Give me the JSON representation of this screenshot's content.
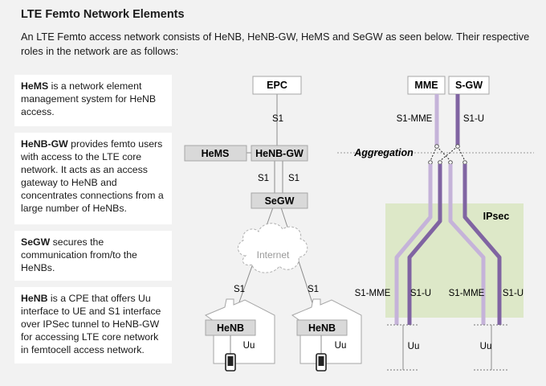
{
  "title": "LTE Femto Network Elements",
  "intro": "An LTE Femto access network consists of HeNB, HeNB-GW, HeMS and SeGW as seen below. Their respective roles in the network are as follows:",
  "cards": [
    {
      "term": "HeMS",
      "text": " is a network element management system for HeNB access."
    },
    {
      "term": "HeNB-GW",
      "text": " provides femto users with access to the LTE core network. It acts as an access gateway to HeNB and concentrates connections from a large number of HeNBs."
    },
    {
      "term": "SeGW",
      "text": " secures the communication from/to the HeNBs."
    },
    {
      "term": "HeNB",
      "text": " is a CPE that offers Uu interface to UE and S1 interface over IPSec tunnel to HeNB-GW for accessing LTE core network in femtocell access network."
    }
  ],
  "diagram": {
    "epc": "EPC",
    "hems": "HeMS",
    "henb_gw": "HeNB-GW",
    "segw": "SeGW",
    "internet": "Internet",
    "henb_left": "HeNB",
    "henb_right": "HeNB",
    "s1_epc": "S1",
    "s1_gw_left": "S1",
    "s1_gw_right": "S1",
    "s1_henb_left": "S1",
    "s1_henb_right": "S1",
    "uu_left": "Uu",
    "uu_right": "Uu",
    "aggregation": "Aggregation",
    "mme": "MME",
    "sgw": "S-GW",
    "s1_mme_top": "S1-MME",
    "s1_u_top": "S1-U",
    "ipsec": "IPsec",
    "s1_mme_left": "S1-MME",
    "s1_u_left": "S1-U",
    "s1_mme_right": "S1-MME",
    "s1_u_right": "S1-U",
    "uu_bottom_left": "Uu",
    "uu_bottom_right": "Uu"
  },
  "colors": {
    "node_fill": "#d9d9d9",
    "node_border": "#a6a6a6",
    "s1_mme_line": "#c5b3d9",
    "s1_u_line": "#8064a2",
    "ipsec_fill": "#dde8c8"
  }
}
